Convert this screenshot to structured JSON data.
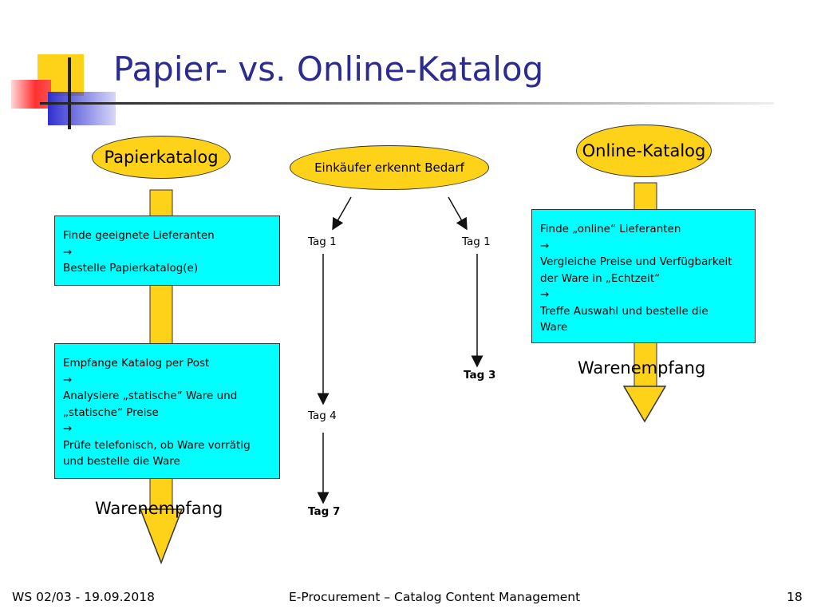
{
  "title": "Papier- vs. Online-Katalog",
  "ovals": {
    "papier": "Papierkatalog",
    "bedarf": "Einkäufer erkennt Bedarf",
    "online": "Online-Katalog"
  },
  "box1": {
    "lines": [
      "Finde geeignete Lieferanten",
      "→",
      "Bestelle Papierkatalog(e)"
    ]
  },
  "box2": {
    "lines": [
      "Empfange Katalog per Post",
      "→",
      "Analysiere „statische“ Ware und",
      "„statische“ Preise",
      "→",
      "Prüfe telefonisch, ob Ware vorrätig",
      "und bestelle die Ware"
    ]
  },
  "box3": {
    "lines": [
      "Finde „online“ Lieferanten",
      "→",
      "Vergleiche Preise und Verfügbarkeit",
      "der Ware in „Echtzeit“",
      "→",
      "Treffe Auswahl und bestelle die",
      "Ware"
    ]
  },
  "warenempfang_left": "Warenempfang",
  "warenempfang_right": "Warenempfang",
  "tags": {
    "left_start": "Tag 1",
    "right_start": "Tag 1",
    "left_mid": "Tag 4",
    "left_end": "Tag 7",
    "right_end": "Tag 3"
  },
  "footer": {
    "left": "WS 02/03 - 19.09.2018",
    "center": "E-Procurement – Catalog Content Management",
    "page": "18"
  },
  "colors": {
    "title": "#2b2b90",
    "accent_yellow": "#ffd21a",
    "box_cyan": "#00ffff"
  }
}
